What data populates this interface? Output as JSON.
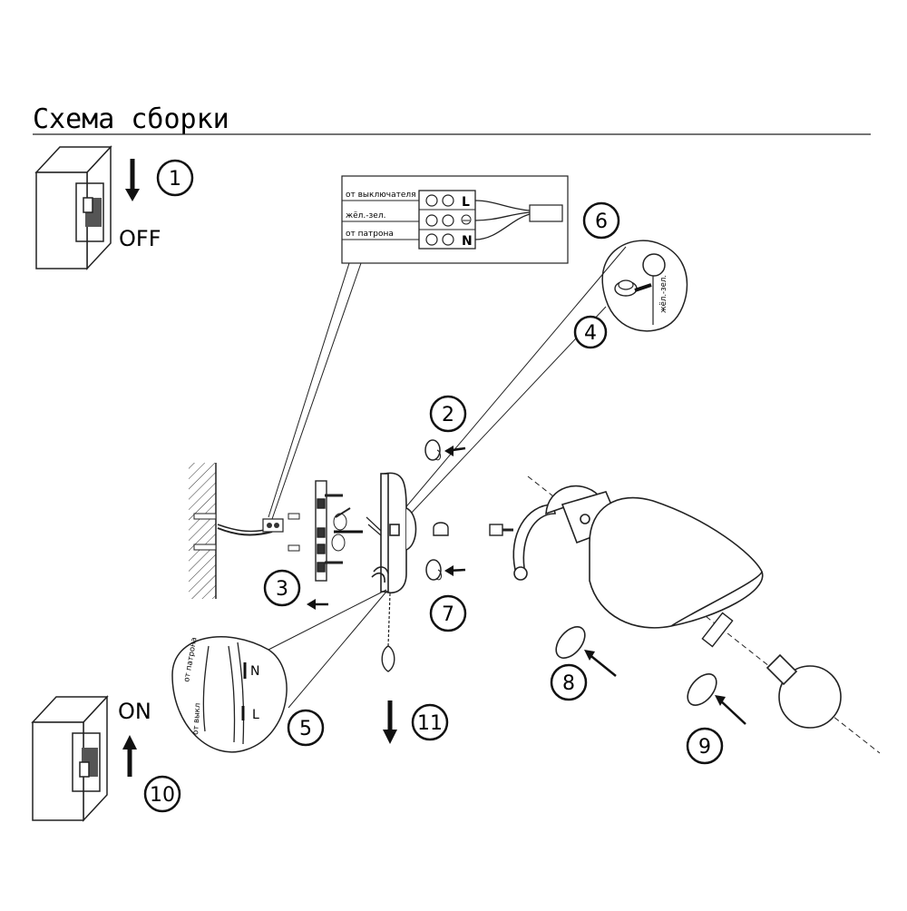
{
  "title": "Схема сборки",
  "labels": {
    "off": "OFF",
    "on": "ON"
  },
  "wiring": {
    "from_switch": "от выключателя",
    "yellow_green": "жёл.-зел.",
    "from_socket": "от патрона",
    "terminal_l": "L",
    "terminal_n": "N"
  },
  "detail4": {
    "wire_label": "жёл.-зел."
  },
  "detail5": {
    "from_socket": "от патрона",
    "from_switch": "от выкл",
    "terminal_n": "N",
    "terminal_l": "L"
  },
  "steps": [
    "1",
    "2",
    "3",
    "4",
    "5",
    "6",
    "7",
    "8",
    "9",
    "10",
    "11"
  ],
  "colors": {
    "line": "#111111",
    "background": "#ffffff"
  }
}
